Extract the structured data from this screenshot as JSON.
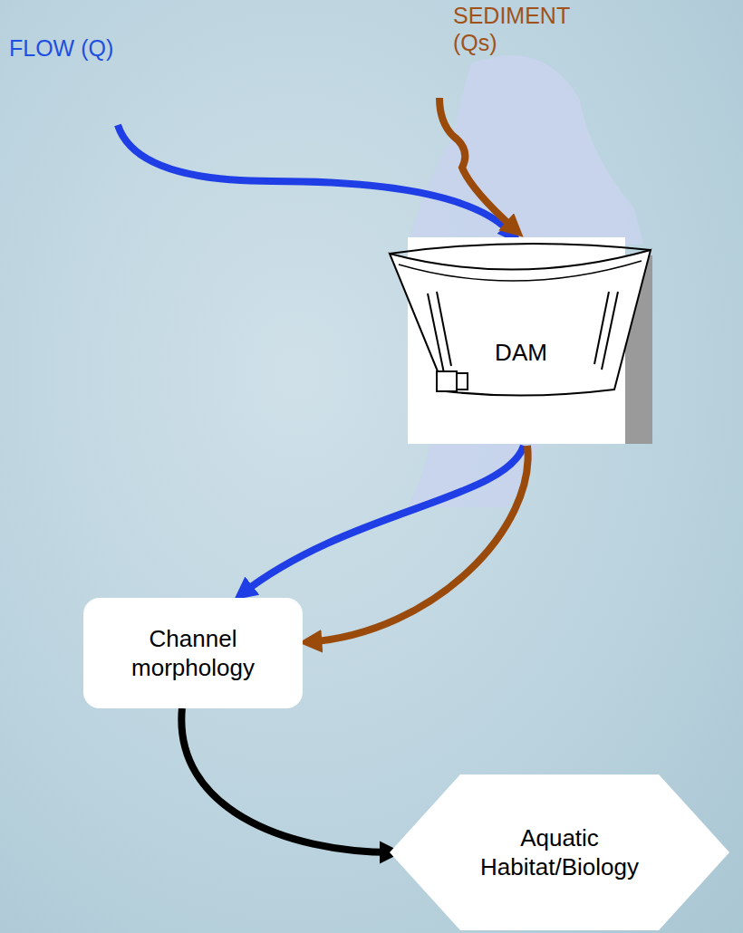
{
  "diagram": {
    "nodes": [
      {
        "text": [
          "DAM"
        ]
      },
      {
        "text": [
          "Channel morphology"
        ]
      },
      {
        "text": [
          "Aquatic Habitat/Biology"
        ]
      }
    ],
    "edges": [
      {
        "from": 0,
        "to": 1,
        "arrow": "to"
      },
      {
        "from": 0,
        "to": 1,
        "arrow": "to"
      },
      {
        "from": 1,
        "to": 2,
        "arrow": "to"
      }
    ],
    "labels": [
      "FLOW (Q)",
      "SEDIMENT (Qs)"
    ]
  }
}
